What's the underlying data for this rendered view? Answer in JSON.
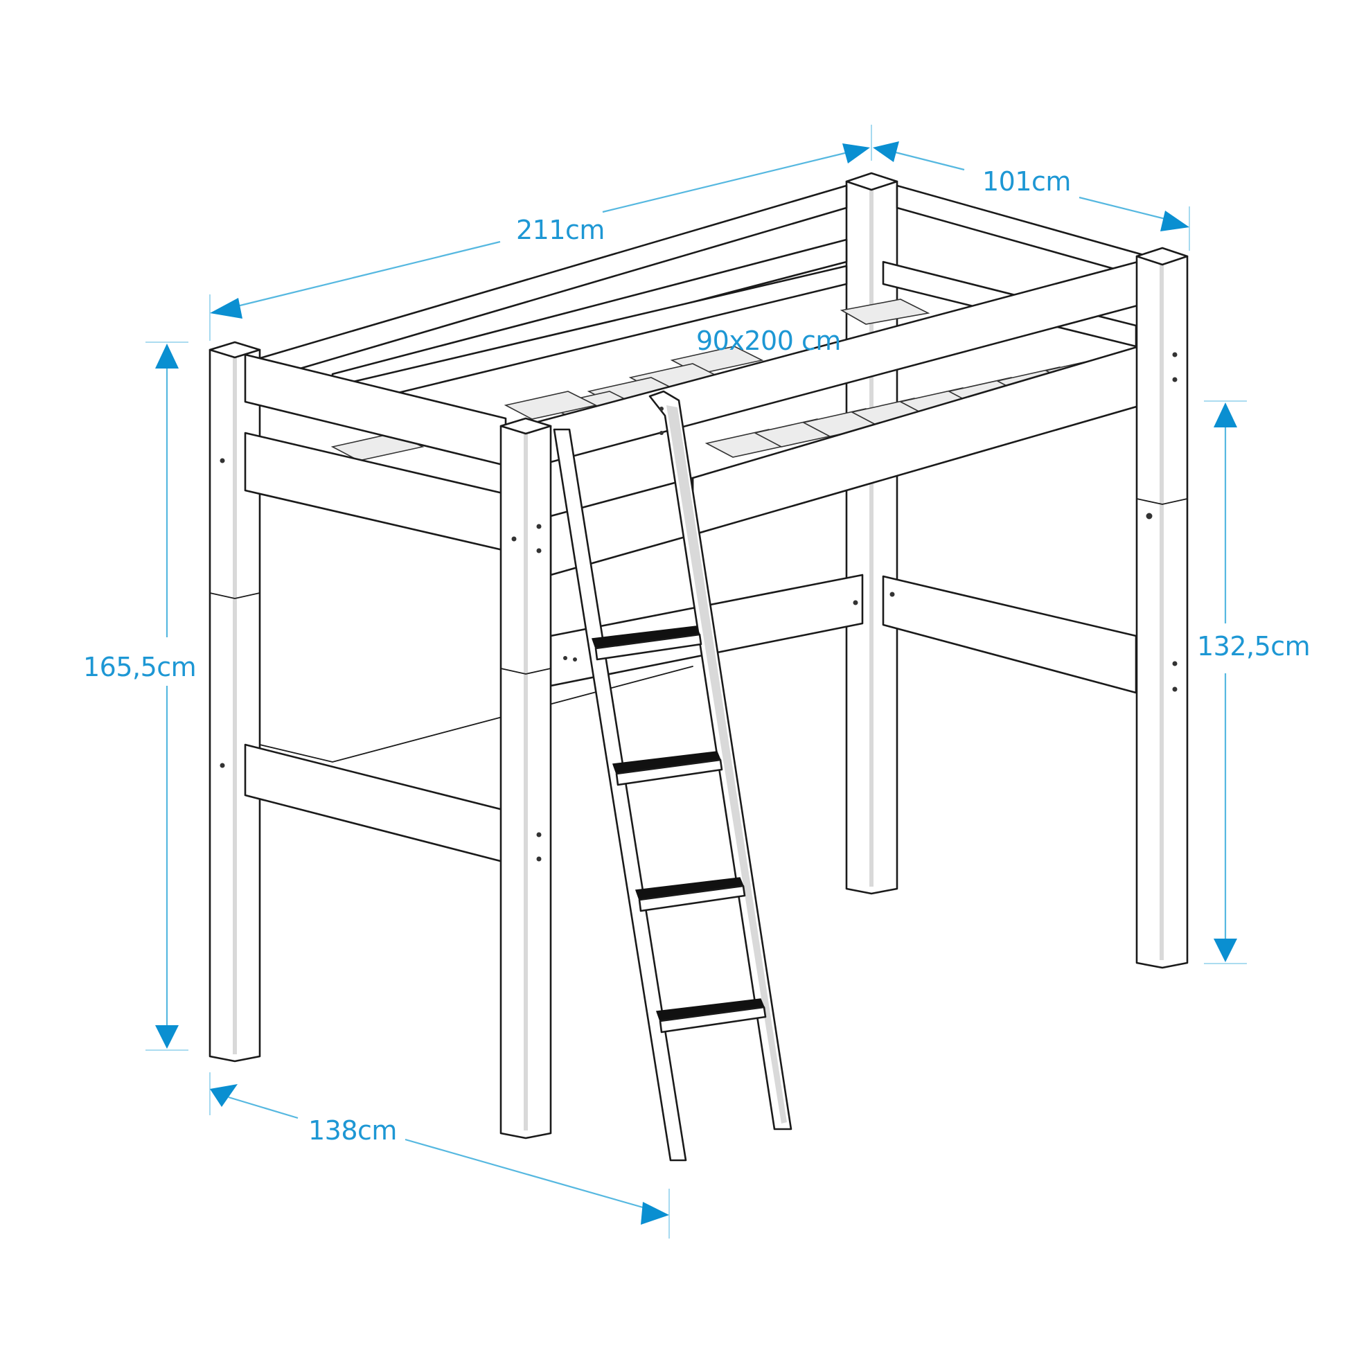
{
  "diagram": {
    "subject": "Loft bed with slanted ladder",
    "accent_color": "#1d97d4",
    "line_color": "#1a1a1a",
    "dimensions": {
      "length": {
        "label": "211cm",
        "value": 211,
        "unit": "cm"
      },
      "width": {
        "label": "101cm",
        "value": 101,
        "unit": "cm"
      },
      "mattress": {
        "label": "90x200 cm",
        "value": "90x200",
        "unit": "cm"
      },
      "total_height": {
        "label": "165,5cm",
        "value": 165.5,
        "unit": "cm"
      },
      "under_bed_height": {
        "label": "132,5cm",
        "value": 132.5,
        "unit": "cm"
      },
      "ladder_depth": {
        "label": "138cm",
        "value": 138,
        "unit": "cm"
      }
    },
    "ladder": {
      "treads": 4
    }
  }
}
